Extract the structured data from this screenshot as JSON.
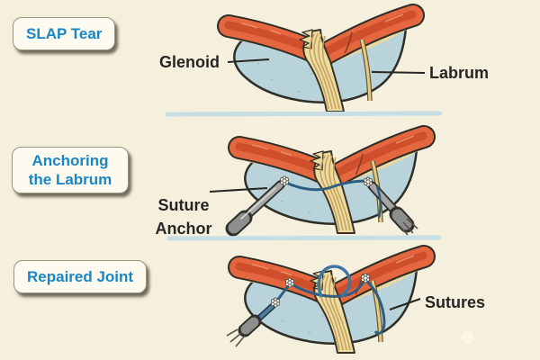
{
  "panels": {
    "slap_tear": {
      "badge": "SLAP Tear",
      "label_glenoid": "Glenoid",
      "label_labrum": "Labrum"
    },
    "anchoring": {
      "badge": "Anchoring the Labrum",
      "label_suture_anchor": "Suture Anchor"
    },
    "repaired": {
      "badge": "Repaired Joint",
      "label_sutures": "Sutures"
    }
  },
  "colors": {
    "background": "#f5efde",
    "badge_background": "#fdfaf0",
    "badge_text": "#1986c6",
    "label_text": "#262622",
    "glenoid_fill": "#b9d3da",
    "labrum_tissue": "#e4673f",
    "labrum_tissue_inner": "#cf4e2b",
    "cartilage_rim": "#e9d8a3",
    "tendon_fill": "#eedba4",
    "suture_blue": "#2d5e80",
    "instrument_gray": "#a6a6a4",
    "surface_shadow": "#c8dee5"
  },
  "icons": {
    "anchor_star": "suture-anchor-star-icon",
    "left_tool": "suture-anchor-inserter-icon",
    "right_tool": "suture-anchor-fork-tool-icon",
    "passer_tool": "suture-passer-fork-icon"
  }
}
